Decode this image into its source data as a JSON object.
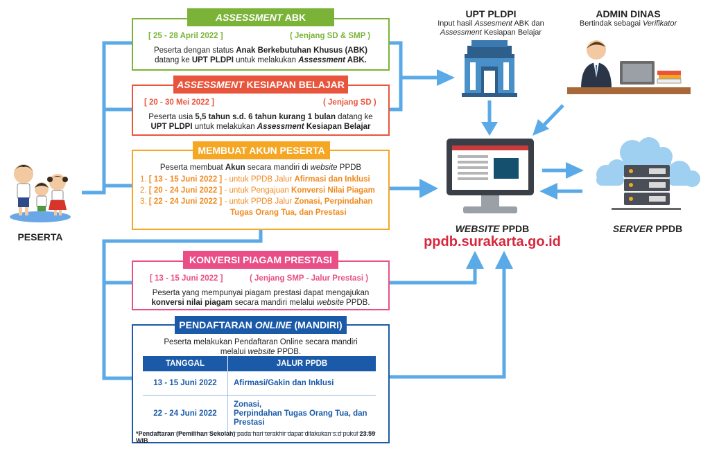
{
  "peserta": {
    "label": "PESERTA"
  },
  "abk": {
    "title_em": "ASSESSMENT",
    "title_rest": " ABK",
    "date": "[ 25 - 28 April 2022 ]",
    "level": "( Jenjang SD & SMP )",
    "l1a": "Peserta dengan status ",
    "l1b": "Anak Berkebutuhan Khusus (ABK)",
    "l2a": "datang ke ",
    "l2b": "UPT PLDPI",
    "l2c": " untuk melakukan ",
    "l2d": "Assessment",
    "l2e": " ABK."
  },
  "kesiapan": {
    "title_em": "ASSESSMENT",
    "title_rest": " KESIAPAN BELAJAR",
    "date": "[ 20 - 30 Mei 2022 ]",
    "level": "( Jenjang SD )",
    "l1a": "Peserta usia ",
    "l1b": "5,5 tahun s.d. 6 tahun kurang 1 bulan",
    "l1c": " datang ke",
    "l2a": "UPT PLDPI",
    "l2b": " untuk melakukan ",
    "l2c": "Assessment",
    "l2d": " Kesiapan Belajar"
  },
  "akun": {
    "title": "MEMBUAT AKUN PESERTA",
    "intro_a": "Peserta membuat ",
    "intro_b": "Akun",
    "intro_c": " secara mandiri di ",
    "intro_d": "website",
    "intro_e": " PPDB",
    "items": [
      {
        "num": "1. ",
        "date": "[ 13 - 15 Juni 2022 ]",
        "mid": " - untuk PPDB Jalur ",
        "bold": "Afirmasi dan Inklusi"
      },
      {
        "num": "2. ",
        "date": "[ 20 - 24 Juni 2022 ]",
        "mid": " - untuk Pengajuan ",
        "bold": "Konversi Nilai Piagam"
      },
      {
        "num": "3. ",
        "date": "[ 22 - 24 Juni 2022 ]",
        "mid": " - untuk PPDB Jalur ",
        "bold": "Zonasi, Perpindahan"
      }
    ],
    "item3_cont": "Tugas Orang Tua, dan Prestasi"
  },
  "konversi": {
    "title": "KONVERSI PIAGAM PRESTASI",
    "date": "[ 13 - 15 Juni 2022 ]",
    "level": "( Jenjang SMP - Jalur Prestasi )",
    "l1": "Peserta yang mempunyai piagam prestasi dapat mengajukan",
    "l2a": "konversi nilai piagam",
    "l2b": " secara mandiri melalui ",
    "l2c": "website",
    "l2d": " PPDB."
  },
  "online": {
    "title_a": "PENDAFTARAN ",
    "title_b": "ONLINE",
    "title_c": " (MANDIRI)",
    "l1": "Peserta melakukan Pendaftaran Online secara mandiri",
    "l2a": "melalui ",
    "l2b": "website",
    "l2c": " PPDB.",
    "col_date": "TANGGAL",
    "col_path": "JALUR PPDB",
    "rows": [
      {
        "date": "13 - 15 Juni 2022",
        "path1": "Afirmasi/Gakin dan Inklusi",
        "path2": "",
        "path3": ""
      },
      {
        "date": "22 - 24 Juni 2022",
        "path1": "Zonasi,",
        "path2": "Perpindahan Tugas Orang Tua, dan",
        "path3": "Prestasi"
      }
    ],
    "note_a": "*Pendaftaran (Pemilihan Sekolah)",
    "note_b": " pada hari terakhir dapat dilakukan s.d pukul ",
    "note_c": "23.59 WIB"
  },
  "upt": {
    "title": "UPT PLDPI",
    "l1a": "Input hasil ",
    "l1b": "Assesment",
    "l1c": " ABK dan",
    "l2a": "Assessment",
    "l2b": " Kesiapan Belajar"
  },
  "admin": {
    "title": "ADMIN DINAS",
    "l1a": "Bertindak sebagai ",
    "l1b": "Verifikator"
  },
  "website": {
    "title_a": "WEBSITE",
    "title_b": " PPDB",
    "url": "ppdb.surakarta.go.id"
  },
  "server": {
    "title_a": "SERVER",
    "title_b": " PPDB"
  },
  "colors": {
    "green": "#7ab338",
    "red": "#e8553c",
    "orange": "#f5a623",
    "pink": "#e94f86",
    "blue": "#1a5aa8",
    "arrow": "#5aaae8"
  }
}
